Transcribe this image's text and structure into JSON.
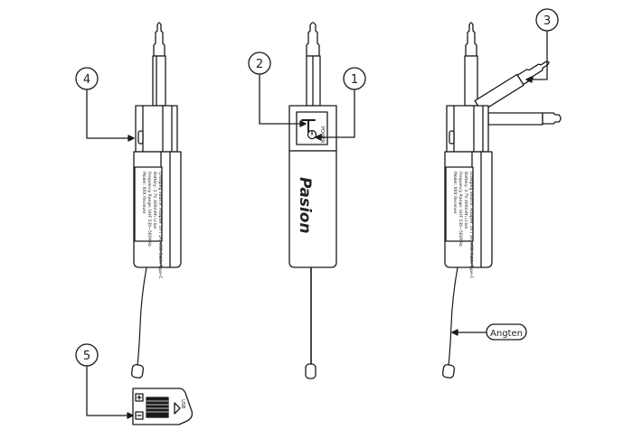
{
  "callouts": [
    {
      "id": "c1",
      "number": "1"
    },
    {
      "id": "c2",
      "number": "2"
    },
    {
      "id": "c3",
      "number": "3"
    },
    {
      "id": "c4",
      "number": "4"
    },
    {
      "id": "c5",
      "number": "5"
    }
  ],
  "antenna_label": "Angten",
  "brand": "Pasion",
  "power_label": "POWER",
  "usb_label": "USB",
  "label_lines": [
    "Model: XXX Receiver",
    "Frequency Range: UHF 530~560MHz",
    "Battery: 3.7V 400mAh Li-ion",
    "Charging Source: Adapter 5V / 1A, USB Cable Type-C"
  ],
  "colors": {
    "line": "#1a1a1a",
    "fill": "#ffffff",
    "display": "#111111"
  },
  "icons": [
    "power-button-icon",
    "display-icon",
    "usb-port-icon",
    "jack-plug-icon"
  ]
}
